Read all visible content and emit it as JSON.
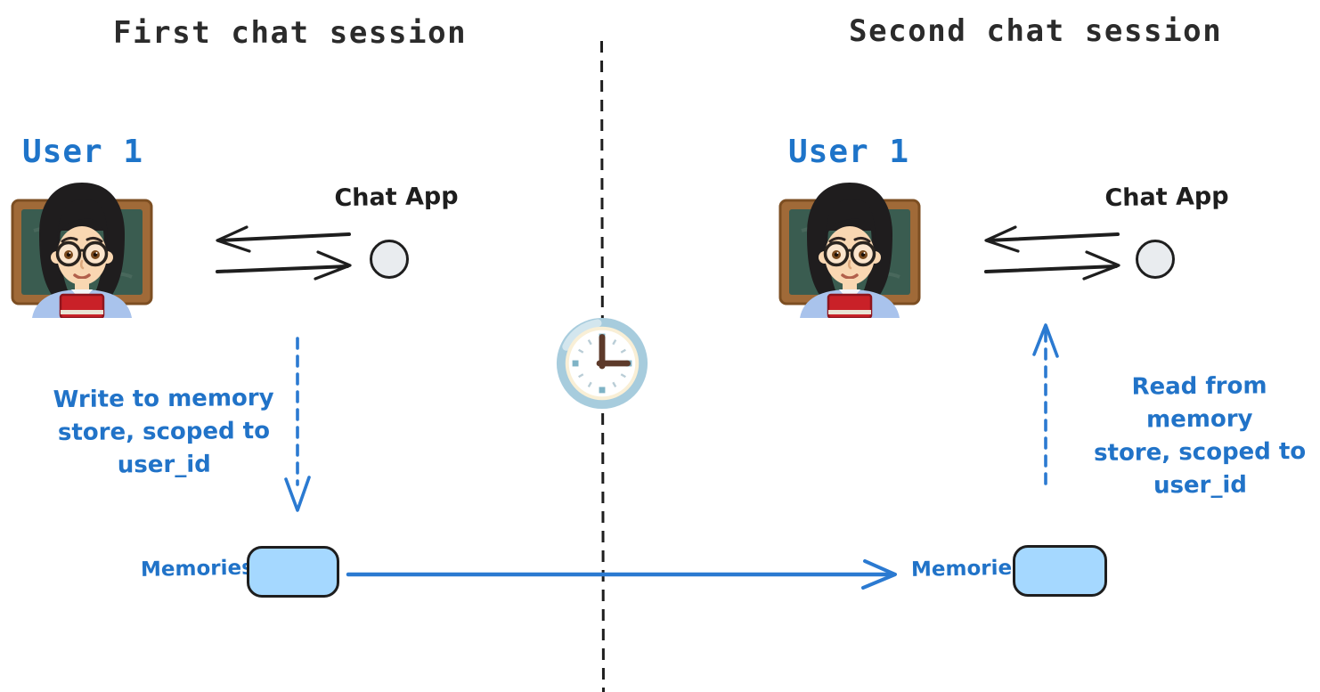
{
  "diagram": {
    "left_session": {
      "title": "First chat session",
      "user_label": "User 1",
      "user_avatar_icon": "woman-teacher-emoji",
      "chat_app_label": "Chat App",
      "chat_app_node_icon": "circle-node",
      "exchange_arrows_icon": "bidirectional-arrows",
      "memory_flow_icon": "dashed-arrow-down",
      "memory_note": "Write to memory store, scoped to user_id",
      "memory_note_lines": [
        "Write to memory",
        "store, scoped to",
        "user_id"
      ],
      "memories_label": "Memories",
      "memories_store_icon": "rounded-rectangle-store"
    },
    "right_session": {
      "title": "Second chat session",
      "user_label": "User 1",
      "user_avatar_icon": "woman-teacher-emoji",
      "chat_app_label": "Chat App",
      "chat_app_node_icon": "circle-node",
      "exchange_arrows_icon": "bidirectional-arrows",
      "memory_flow_icon": "dashed-arrow-up",
      "memory_note": "Read from memory store, scoped to user_id",
      "memory_note_lines": [
        "Read from memory",
        "store, scoped to",
        "user_id"
      ],
      "memories_label": "Memories",
      "memories_store_icon": "rounded-rectangle-store"
    },
    "center": {
      "divider_icon": "dashed-vertical-timeline",
      "clock_icon": "clock-three-oclock",
      "clock_time": "3:00",
      "transfer_arrow_icon": "solid-arrow-right"
    },
    "colors": {
      "ink": "#1e1e1e",
      "title_text": "#2b2b2b",
      "accent_blue": "#2173c8",
      "arrow_blue": "#2b7ad1",
      "memories_box_fill": "#a5d8ff",
      "chat_node_fill": "#e9ecef"
    }
  }
}
